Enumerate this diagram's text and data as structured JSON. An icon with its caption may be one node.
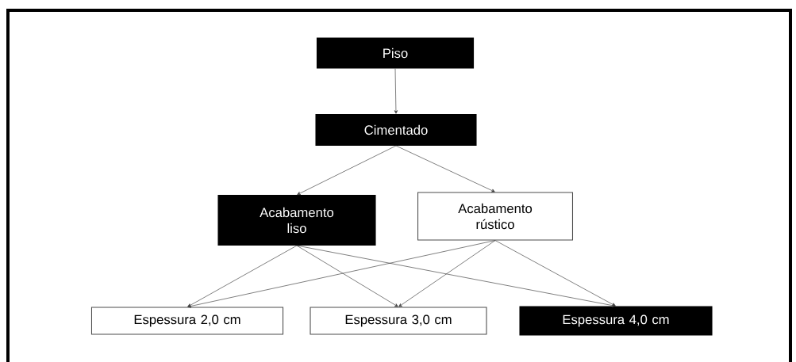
{
  "diagram": {
    "nodes": [
      {
        "text": [
          "Piso"
        ]
      },
      {
        "text": [
          "Cimentado"
        ]
      },
      {
        "text": [
          "Acabamento liso"
        ]
      },
      {
        "text": [
          "Acabamento rústico"
        ]
      },
      {
        "text": [
          "Espessura 2,0 cm"
        ]
      },
      {
        "text": [
          "Espessura 3,0 cm"
        ]
      },
      {
        "text": [
          "Espessura 4,0 cm"
        ]
      }
    ],
    "edges": [
      {
        "from": 0,
        "to": 1,
        "arrow": "to"
      },
      {
        "from": 1,
        "to": 2,
        "arrow": "to"
      },
      {
        "from": 1,
        "to": 3,
        "arrow": "to"
      },
      {
        "from": 2,
        "to": 4,
        "arrow": "to"
      },
      {
        "from": 2,
        "to": 5,
        "arrow": "to"
      },
      {
        "from": 2,
        "to": 6,
        "arrow": "to"
      },
      {
        "from": 3,
        "to": 4,
        "arrow": "to"
      },
      {
        "from": 3,
        "to": 5,
        "arrow": "to"
      },
      {
        "from": 3,
        "to": 6,
        "arrow": "to"
      }
    ]
  }
}
